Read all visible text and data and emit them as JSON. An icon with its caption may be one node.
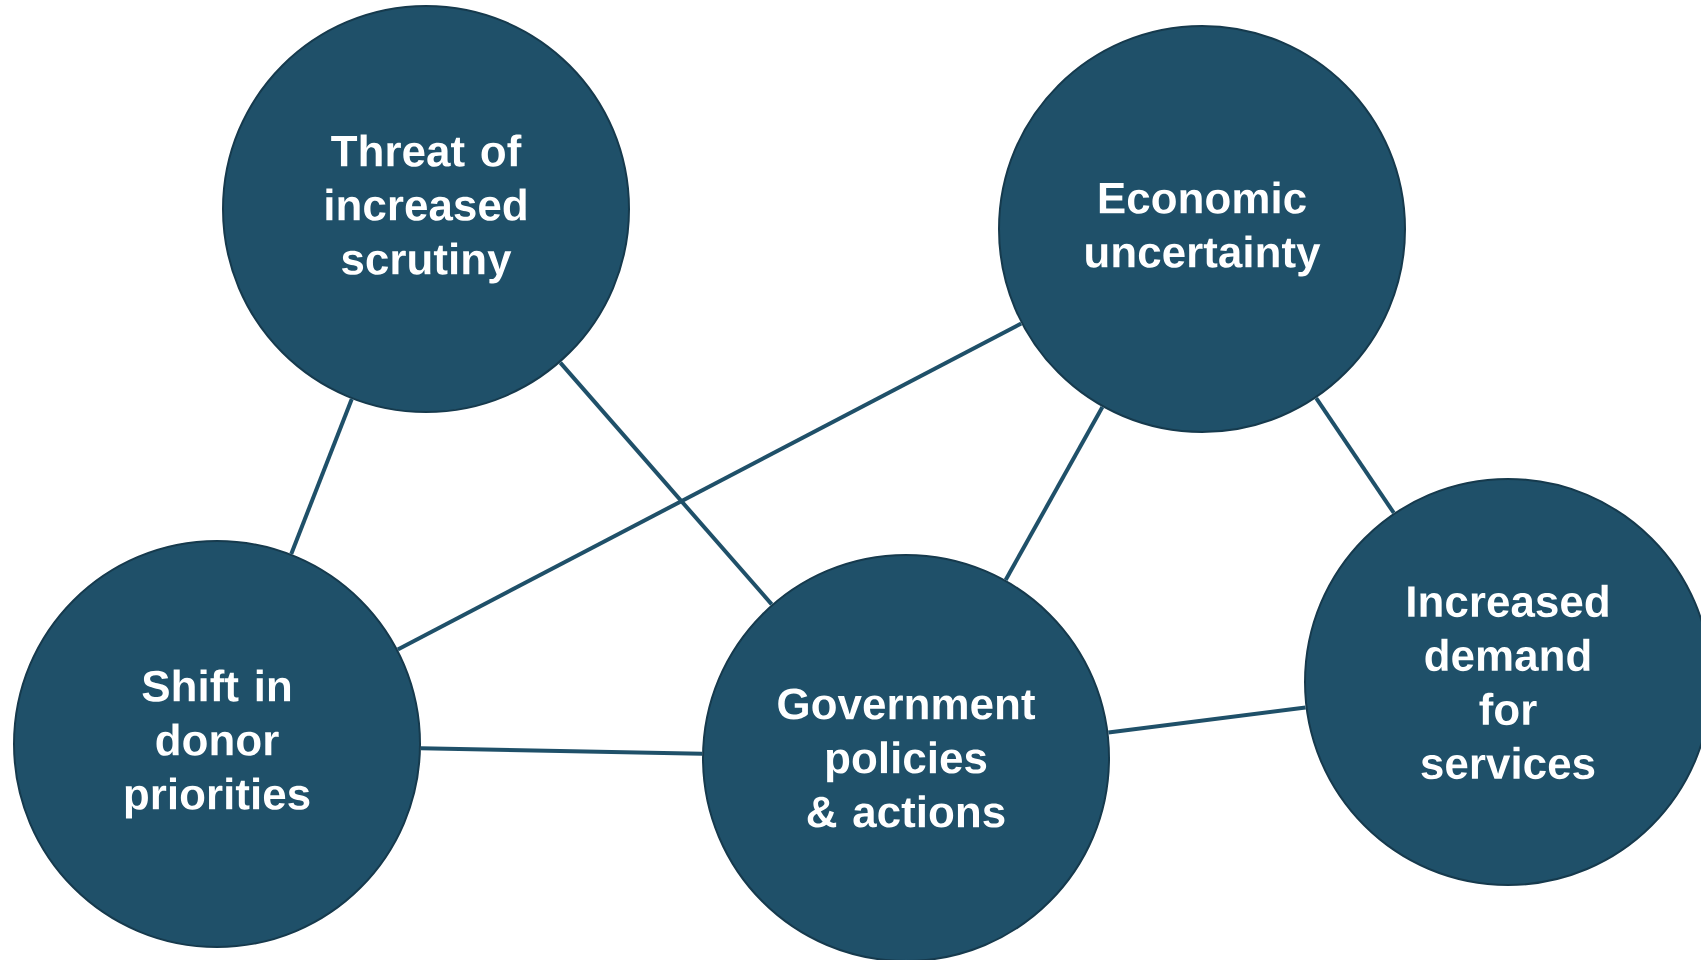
{
  "diagram": {
    "nodes": [
      {
        "text": [
          "Threat of increased scrutiny"
        ]
      },
      {
        "text": [
          "Economic uncertainty"
        ]
      },
      {
        "text": [
          "Shift in donor priorities"
        ]
      },
      {
        "text": [
          "Government policies & actions"
        ]
      },
      {
        "text": [
          "Increased demand for services"
        ]
      }
    ],
    "edges": [
      {
        "from": 0,
        "to": 2,
        "arrow": "none"
      },
      {
        "from": 0,
        "to": 3,
        "arrow": "none"
      },
      {
        "from": 1,
        "to": 2,
        "arrow": "none"
      },
      {
        "from": 1,
        "to": 3,
        "arrow": "none"
      },
      {
        "from": 1,
        "to": 4,
        "arrow": "none"
      },
      {
        "from": 2,
        "to": 3,
        "arrow": "none"
      },
      {
        "from": 3,
        "to": 4,
        "arrow": "none"
      }
    ]
  }
}
